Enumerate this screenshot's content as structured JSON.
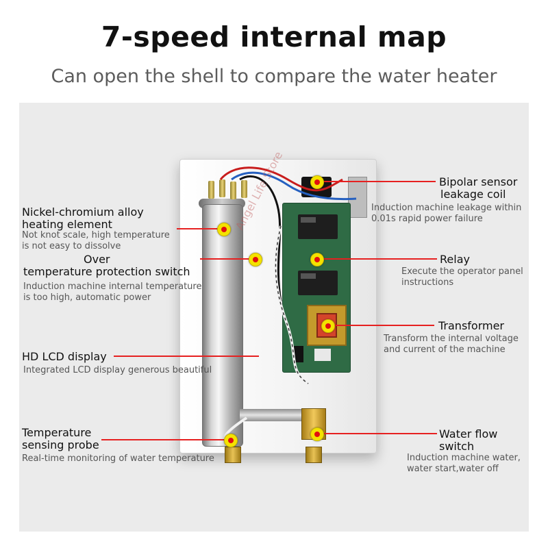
{
  "title": "7-speed internal map",
  "subtitle": "Can open the shell to compare the water heater",
  "watermark": "Angel Life Store",
  "colors": {
    "callout_line": "#e62020",
    "marker_fill": "#f4e200",
    "marker_center": "#e01010"
  },
  "components": [
    {
      "id": "bipolar",
      "label": [
        "Bipolar sensor",
        "leakage coil"
      ],
      "description": [
        "Induction machine leakage within",
        "0.01s rapid power failure"
      ]
    },
    {
      "id": "nichrome",
      "label": [
        "Nickel-chromium alloy",
        "heating element"
      ],
      "description": [
        "Not knot scale, high temperature",
        "is not easy to dissolve"
      ]
    },
    {
      "id": "overtemp",
      "label": [
        "Over",
        "temperature protection switch"
      ],
      "description": [
        "Induction machine internal temperature",
        "is too high, automatic power"
      ]
    },
    {
      "id": "relay",
      "label": [
        "Relay"
      ],
      "description": [
        "Execute the operator panel",
        "instructions"
      ]
    },
    {
      "id": "transformer",
      "label": [
        "Transformer"
      ],
      "description": [
        "Transform the internal voltage",
        "and current of the machine"
      ]
    },
    {
      "id": "lcd",
      "label": [
        "HD LCD display"
      ],
      "description": [
        "Integrated LCD display generous beautiful"
      ]
    },
    {
      "id": "probe",
      "label": [
        "Temperature",
        "sensing probe"
      ],
      "description": [
        "Real-time monitoring of water temperature"
      ]
    },
    {
      "id": "waterflow",
      "label": [
        "Water flow",
        "switch"
      ],
      "description": [
        "Induction machine water,",
        "water start,water off"
      ]
    }
  ]
}
